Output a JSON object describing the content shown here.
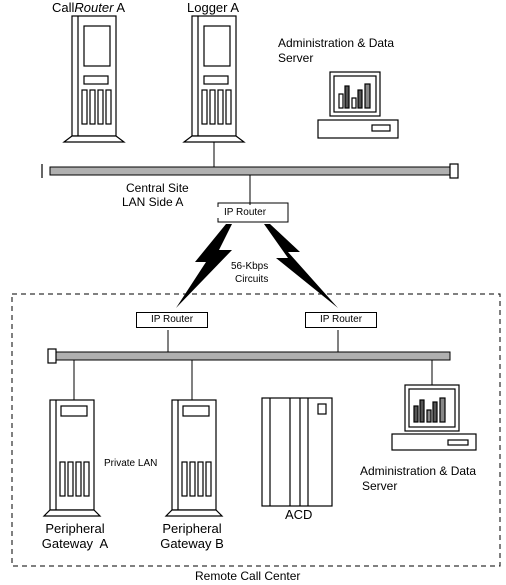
{
  "central_site": {
    "callrouter_label_prefix": "Call",
    "callrouter_label_italic": "Router",
    "callrouter_label_suffix": " A",
    "logger_label": "Logger A",
    "admin_server_line1": "Administration & Data",
    "admin_server_line2": "Server",
    "lan_label_line1": "Central Site",
    "lan_label_line2": "LAN Side A",
    "router_label": "IP Router"
  },
  "wan": {
    "link_label_line1": "56-Kbps",
    "link_label_line2": "Circuits"
  },
  "remote_site": {
    "router_left_label": "IP Router",
    "router_right_label": "IP Router",
    "private_lan_label": "Private LAN",
    "pg_a_line1": "Peripheral",
    "pg_a_line2": "Gateway  A",
    "pg_b_line1": "Peripheral",
    "pg_b_line2": "Gateway B",
    "acd_label": "ACD",
    "admin_server_line1": "Administration & Data",
    "admin_server_line2": "Server",
    "site_label": "Remote Call Center"
  }
}
